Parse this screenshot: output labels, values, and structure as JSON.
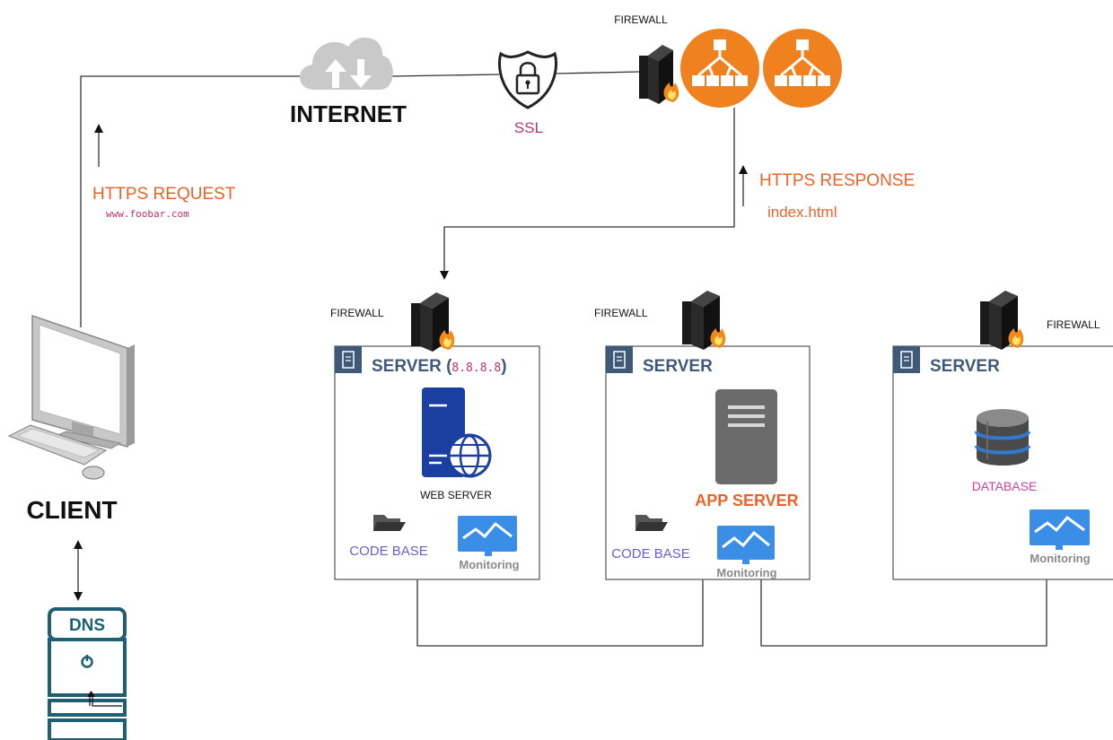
{
  "labels": {
    "internet": "INTERNET",
    "ssl": "SSL",
    "top_firewall": "FIREWALL",
    "https_request": "HTTPS REQUEST",
    "request_url": "www.foobar.com",
    "https_response": "HTTPS RESPONSE",
    "response_file": "index.html",
    "client": "CLIENT",
    "dns": "DNS"
  },
  "servers": [
    {
      "firewall_label": "FIREWALL",
      "header": "SERVER (",
      "header_ip": "8.8.8.8",
      "header_close": ")",
      "role_label": "WEB SERVER",
      "codebase_label": "CODE BASE",
      "monitoring_label": "Monitoring"
    },
    {
      "firewall_label": "FIREWALL",
      "header": "SERVER",
      "role_label": "APP SERVER",
      "codebase_label": "CODE BASE",
      "monitoring_label": "Monitoring"
    },
    {
      "firewall_label": "FIREWALL",
      "header": "SERVER",
      "role_label": "DATABASE",
      "monitoring_label": "Monitoring"
    }
  ],
  "colors": {
    "accent_orange": "#e8642a",
    "ssl_pink": "#b03a6e",
    "codebase_purple": "#6b5fc7",
    "database_pink": "#d23fa0",
    "monitoring_gray": "#8a8a8a",
    "server_title": "#3f5a78",
    "webserver_blue": "#1a3fa0",
    "monitor_blue": "#3a8ee6",
    "dns_teal": "#1f5f73",
    "balancer_orange": "#f0811f"
  }
}
